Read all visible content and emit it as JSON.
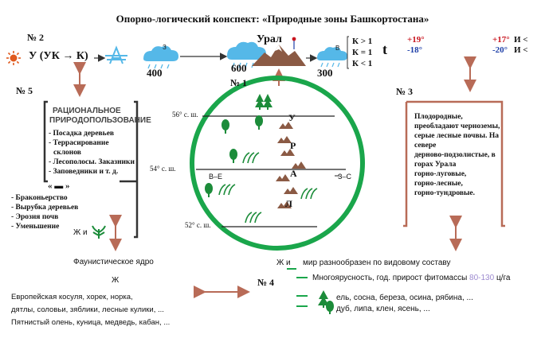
{
  "title": "Опорно-логический конспект: «Природные зоны Башкортостана»",
  "section2": {
    "label": "№ 2",
    "formula": "У (УК → К)",
    "cloud_letter_west": "З",
    "cloud_letter_east": "В",
    "precip_west": "400",
    "precip_ural": "600",
    "precip_east": "300",
    "mountain_label": "Урал",
    "ratios": [
      "К > 1",
      "К = 1",
      "К < 1"
    ],
    "t_symbol": "t",
    "temps": {
      "west_summer": "+19°",
      "west_winter": "-18°",
      "east_summer": "+17°",
      "east_winter": "-20°",
      "and_greater": "И <",
      "and_less": "И <"
    }
  },
  "section1": {
    "label": "№ 1",
    "latitudes": [
      "56° с. ш.",
      "54° с. ш.",
      "52° с. ш."
    ],
    "west_east": "В–Е",
    "east_west": "З–С",
    "ural_letters": [
      "У",
      "Р",
      "А",
      "Л"
    ]
  },
  "section5": {
    "label": "№ 5",
    "heading_line1": "РАЦИОНАЛЬНОЕ",
    "heading_line2": "ПРИРОДОПОЛЬЗОВАНИЕ",
    "good_list": [
      "- Посадка деревьев",
      "- Террасирование",
      "склонов",
      "- Лесополосы. Заказники",
      "- Заповедники и т. д."
    ],
    "minus_mark": "« ▬ »",
    "bad_list": [
      "- Браконьерство",
      "- Вырубка деревьев",
      "- Эрозия почв",
      "- Уменьшение"
    ],
    "fauna_plants_label": "Ж и"
  },
  "section3": {
    "label": "№ 3",
    "text": [
      "Плодородные,",
      "преобладают черноземы,",
      "серые лесные почвы. На",
      "севере",
      "дерново-подзолистые, в",
      "горах Урала",
      "горно-луговые,",
      "горно-лесные,",
      "горно-тундровые."
    ]
  },
  "section4": {
    "label": "№ 4",
    "fauna_core_title": "Фаунистическое ядро",
    "fauna_letter": "Ж",
    "fauna_lines": [
      "Европейская косуля, хорек, норка,",
      "дятлы, соловьи, зяблики, лесные кулики, ...",
      "Пятнистый олень, куница, медведь, кабан, ..."
    ],
    "diversity_prefix": "Ж и",
    "diversity_text": "мир разнообразен по видовому составу",
    "layering_text_a": "Многоярусность, год. прирост фитомассы",
    "layering_value": "80-130",
    "layering_unit": "ц/га",
    "trees_line1": "ель, сосна, береза, осина, рябина, ...",
    "trees_line2": "дуб, липа, клен, ясень, ..."
  },
  "colors": {
    "circle": "#1aa64b",
    "arrow": "#b86b57",
    "tree": "#1c8c3a",
    "cloud": "#55b8e8",
    "sun": "#e05a1e",
    "red": "#c8141e",
    "blue": "#1e3fa8",
    "bracket": "#333333",
    "mountain": "#8b5a44",
    "value": "#9d8bd0"
  }
}
